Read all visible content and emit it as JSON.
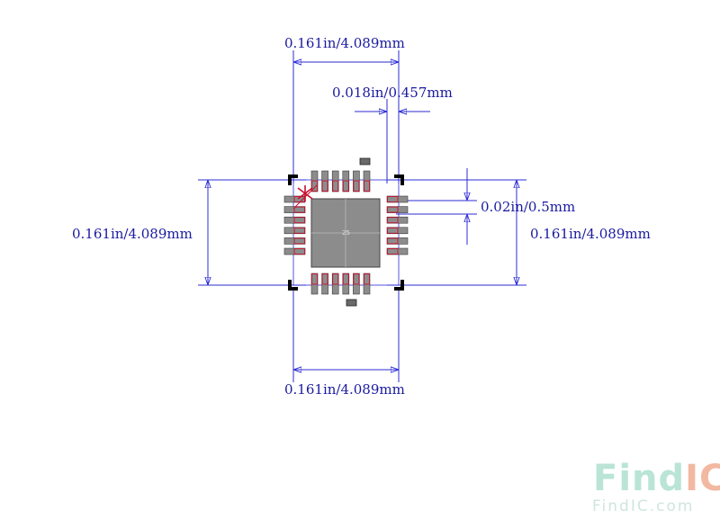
{
  "dimensions": {
    "top_width": "0.161in/4.089mm",
    "pad_width": "0.018in/0.457mm",
    "pitch": "0.02in/0.5mm",
    "left_height": "0.161in/4.089mm",
    "right_height": "0.161in/4.089mm",
    "bottom_width": "0.161in/4.089mm"
  },
  "pads": {
    "per_side": 6,
    "center_pad_label": "25"
  },
  "colors": {
    "dimension": "#2b2bd6",
    "dimension_text": "#1a1aa0",
    "pad_fill": "#8c8c8c",
    "pad_outline": "#c8102e",
    "silkscreen": "#000000",
    "pin1_marker": "#c8102e",
    "watermark_find": "#b9e4d6",
    "watermark_ic": "#f2b8a2"
  },
  "watermark": {
    "brand_part1": "Find",
    "brand_part2": "IC",
    "url": "FindIC.com"
  }
}
